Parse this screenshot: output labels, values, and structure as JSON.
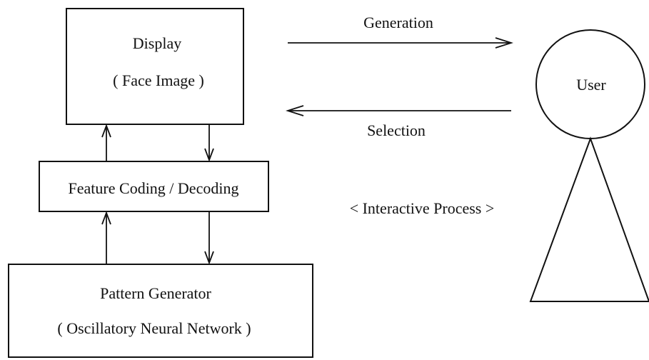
{
  "diagram": {
    "display_box": {
      "title": "Display",
      "subtitle": "( Face Image )"
    },
    "coding_box": {
      "label": "Feature  Coding / Decoding"
    },
    "generator_box": {
      "title": "Pattern  Generator",
      "subtitle": "( Oscillatory  Neural  Network )"
    },
    "user": {
      "label": "User"
    },
    "arrows": {
      "generation_label": "Generation",
      "selection_label": "Selection"
    },
    "process_label": "< Interactive  Process >"
  }
}
